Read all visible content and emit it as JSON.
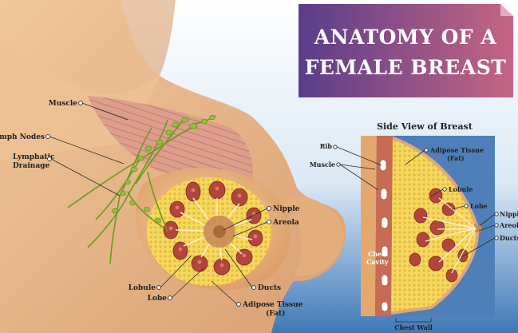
{
  "title": {
    "line1": "ANATOMY OF A",
    "line2": "FEMALE BREAST"
  },
  "main_labels": {
    "muscle": "Muscle",
    "lymph_nodes": "Lymph Nodes",
    "lymphatic_1": "Lymphatic",
    "lymphatic_2": "Drainage",
    "nipple": "Nipple",
    "areola": "Areola",
    "lobule": "Lobule",
    "lobe": "Lobe",
    "ducts": "Ducts",
    "adipose_1": "Adipose Tissue",
    "adipose_2": "(Fat)"
  },
  "side_view": {
    "title": "Side View of Breast",
    "rib": "Rib",
    "muscle": "Muscle",
    "adipose_1": "Adipose Tissue",
    "adipose_2": "(Fat)",
    "lobule": "Lobule",
    "lobe": "Lobe",
    "nipple": "Nipple",
    "areola": "Areola",
    "ducts": "Ducts",
    "chest_cavity_1": "Chest",
    "chest_cavity_2": "Cavity",
    "chest_wall": "Chest Wall"
  },
  "colors": {
    "skin": "#e9b98a",
    "muscle": "#d99a8a",
    "lymph": "#7fae2a",
    "fat": "#f3d55a",
    "lobe": "#b2453c",
    "title_gradient_start": "#5a3d8a",
    "title_gradient_end": "#c56582",
    "side_bg": "#4f7fb8"
  }
}
